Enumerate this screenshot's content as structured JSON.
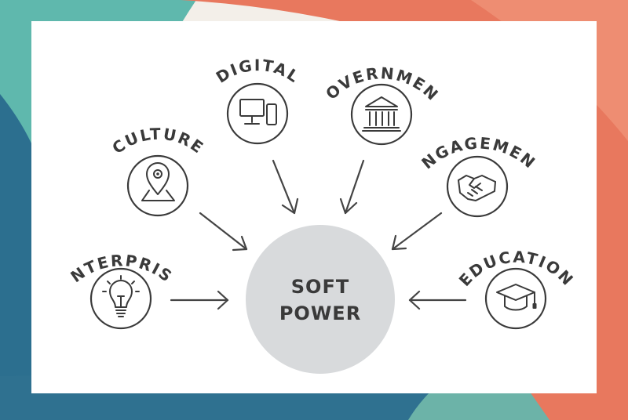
{
  "colors": {
    "teal": "#5fb8ad",
    "blue": "#2c6f8f",
    "coral": "#e8785e",
    "card": "#ffffff",
    "hub": "#d8dadc",
    "ink": "#3a3a3a"
  },
  "center": {
    "line1": "SOFT",
    "line2": "POWER"
  },
  "nodes": {
    "digital": {
      "label": "DIGITAL",
      "icon": "computer-icon"
    },
    "government": {
      "label": "GOVERNMENT",
      "icon": "building-icon"
    },
    "culture": {
      "label": "CULTURE",
      "icon": "map-pin-icon"
    },
    "engagement": {
      "label": "ENGAGEMENT",
      "icon": "handshake-icon"
    },
    "enterprise": {
      "label": "ENTERPRISE",
      "icon": "lightbulb-icon"
    },
    "education": {
      "label": "EDUCATION",
      "icon": "graduation-cap-icon"
    }
  }
}
